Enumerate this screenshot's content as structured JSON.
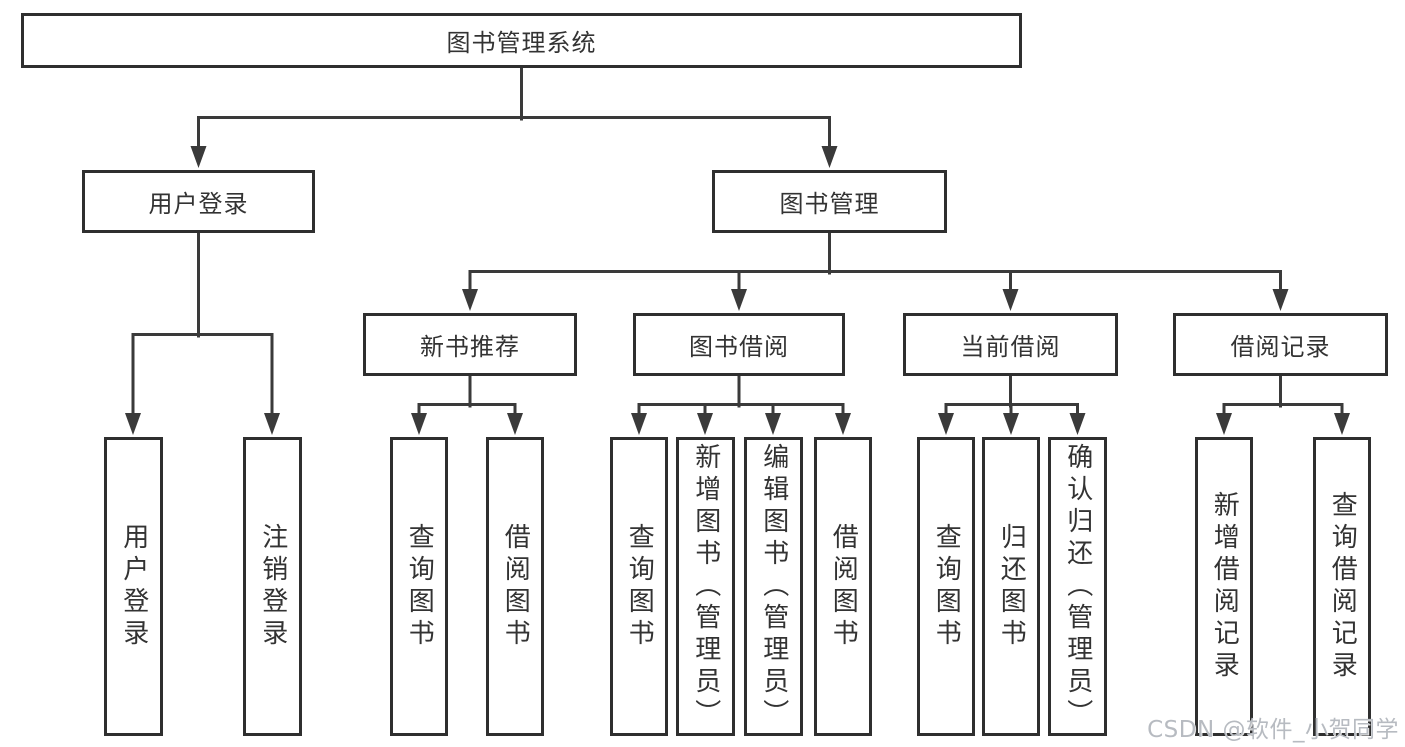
{
  "tree": {
    "root": "图书管理系统",
    "user_login": {
      "label": "用户登录",
      "children": [
        "用户登录",
        "注销登录"
      ]
    },
    "book_mgmt": {
      "label": "图书管理",
      "children": [
        {
          "label": "新书推荐",
          "children": [
            "查询图书",
            "借阅图书"
          ]
        },
        {
          "label": "图书借阅",
          "children": [
            "查询图书",
            "新增图书（管理员）",
            "编辑图书（管理员）",
            "借阅图书"
          ]
        },
        {
          "label": "当前借阅",
          "children": [
            "查询图书",
            "归还图书",
            "确认归还（管理员）"
          ]
        },
        {
          "label": "借阅记录",
          "children": [
            "新增借阅记录",
            "查询借阅记录"
          ]
        }
      ]
    }
  },
  "watermark": "CSDN @软件_小贺同学",
  "colors": {
    "line": "#3a3a3a",
    "box_border": "#2f2f2f",
    "text": "#333333",
    "background": "#ffffff",
    "watermark": "#b7bbc1"
  }
}
